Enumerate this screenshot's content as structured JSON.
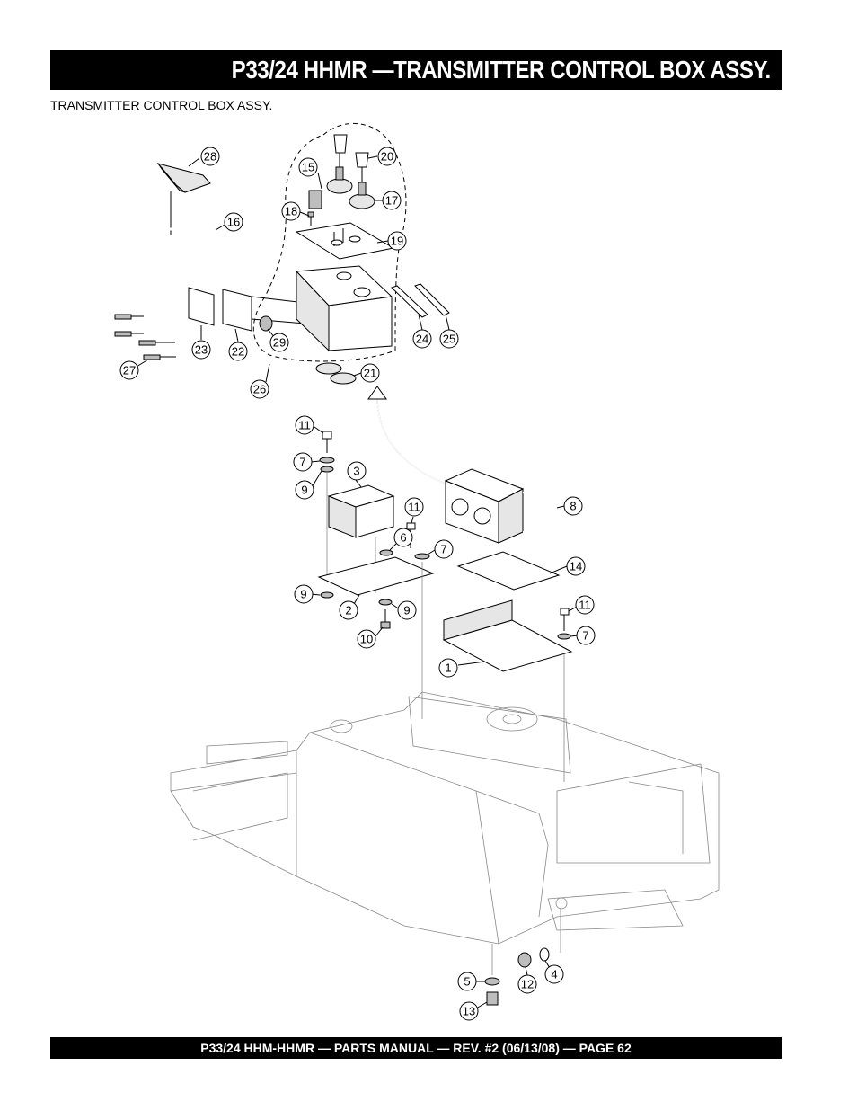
{
  "header": {
    "title": "P33/24 HHMR —TRANSMITTER CONTROL BOX ASSY."
  },
  "section": {
    "subtitle": "TRANSMITTER CONTROL BOX ASSY."
  },
  "footer": {
    "text": "P33/24 HHM-HHMR — PARTS MANUAL — REV. #2 (06/13/08) — PAGE 62"
  },
  "callouts": {
    "c28": "28",
    "c16": "16",
    "c15": "15",
    "c20": "20",
    "c17": "17",
    "c18": "18",
    "c19": "19",
    "c23": "23",
    "c22": "22",
    "c29": "29",
    "c24": "24",
    "c25": "25",
    "c27": "27",
    "c26": "26",
    "c21": "21",
    "c11a": "11",
    "c7a": "7",
    "c9a": "9",
    "c3": "3",
    "c11b": "11",
    "c6": "6",
    "c7b": "7",
    "c8": "8",
    "c14": "14",
    "c9b": "9",
    "c2": "2",
    "c9c": "9",
    "c10": "10",
    "c11c": "11",
    "c7c": "7",
    "c1": "1",
    "c5": "5",
    "c12": "12",
    "c4": "4",
    "c13": "13"
  }
}
